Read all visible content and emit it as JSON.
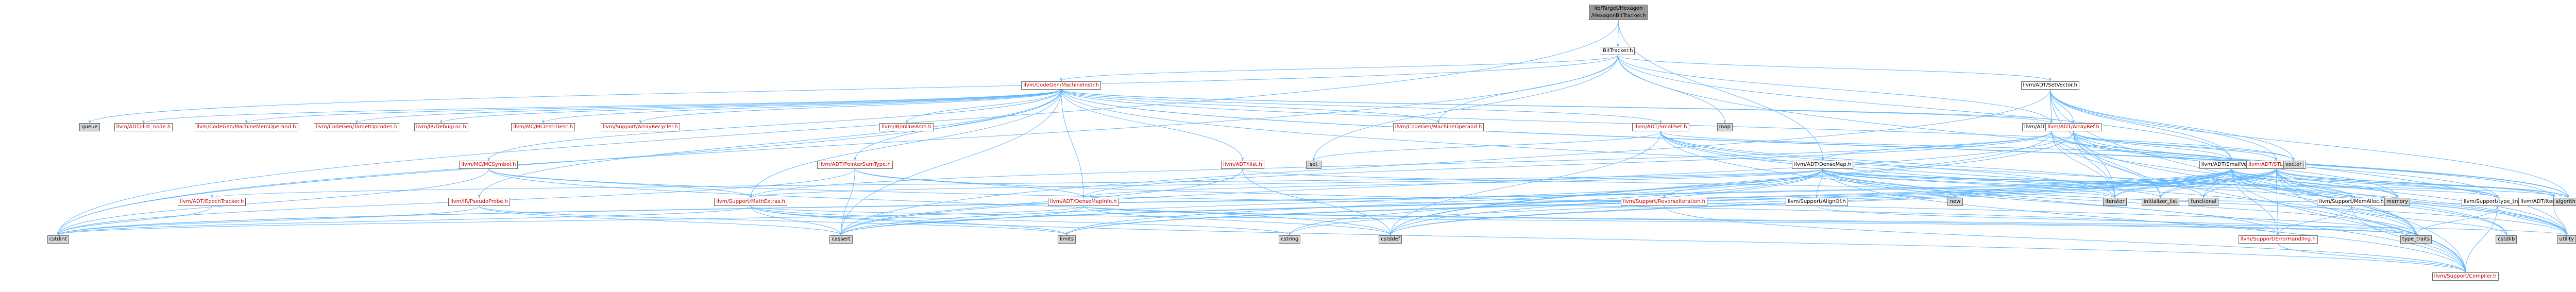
{
  "nodes": [
    {
      "id": "root",
      "label": "lib/Target/Hexagon\n/HexagonBitTracker.h",
      "style": "root"
    },
    {
      "id": "bittracker",
      "label": "BitTracker.h",
      "style": "normal"
    },
    {
      "id": "queue",
      "label": "queue",
      "style": "grey"
    },
    {
      "id": "cmi",
      "label": "llvm/CodeGen/MachineInstr.h",
      "style": "red"
    },
    {
      "id": "map",
      "label": "map",
      "style": "grey"
    },
    {
      "id": "setvector",
      "label": "llvm/ADT/SetVector.h",
      "style": "normal"
    },
    {
      "id": "ilist_node",
      "label": "llvm/ADT/ilist_node.h",
      "style": "red"
    },
    {
      "id": "mmo",
      "label": "llvm/CodeGen/MachineMemOperand.h",
      "style": "red"
    },
    {
      "id": "tgtops",
      "label": "llvm/CodeGen/TargetOpcodes.h",
      "style": "red"
    },
    {
      "id": "debugloc",
      "label": "llvm/IR/DebugLoc.h",
      "style": "red"
    },
    {
      "id": "mcinstrdesc",
      "label": "llvm/MC/MCInstrDesc.h",
      "style": "red"
    },
    {
      "id": "arrayrecycler",
      "label": "llvm/Support/ArrayRecycler.h",
      "style": "red"
    },
    {
      "id": "inlineasm",
      "label": "llvm/IR/InlineAsm.h",
      "style": "red"
    },
    {
      "id": "machop",
      "label": "llvm/CodeGen/MachineOperand.h",
      "style": "red"
    },
    {
      "id": "smallset",
      "label": "llvm/ADT/SmallSet.h",
      "style": "red"
    },
    {
      "id": "denseset",
      "label": "llvm/ADT/DenseSet.h",
      "style": "normal"
    },
    {
      "id": "arrayref",
      "label": "llvm/ADT/ArrayRef.h",
      "style": "red"
    },
    {
      "id": "mcsymbol",
      "label": "llvm/MC/MCSymbol.h",
      "style": "red"
    },
    {
      "id": "ptrsum",
      "label": "llvm/ADT/PointerSumType.h",
      "style": "red"
    },
    {
      "id": "ilist",
      "label": "llvm/ADT/ilist.h",
      "style": "red"
    },
    {
      "id": "set",
      "label": "set",
      "style": "grey"
    },
    {
      "id": "densemap",
      "label": "llvm/ADT/DenseMap.h",
      "style": "normal"
    },
    {
      "id": "smallvector",
      "label": "llvm/ADT/SmallVector.h",
      "style": "normal"
    },
    {
      "id": "stlextras",
      "label": "llvm/ADT/STLExtras.h",
      "style": "red"
    },
    {
      "id": "vector",
      "label": "vector",
      "style": "grey"
    },
    {
      "id": "epoch",
      "label": "llvm/ADT/EpochTracker.h",
      "style": "red"
    },
    {
      "id": "pseudoprobe",
      "label": "llvm/IR/PseudoProbe.h",
      "style": "red"
    },
    {
      "id": "mathextras",
      "label": "llvm/Support/MathExtras.h",
      "style": "red"
    },
    {
      "id": "densemapinfo",
      "label": "llvm/ADT/DenseMapInfo.h",
      "style": "red"
    },
    {
      "id": "new",
      "label": "new",
      "style": "grey"
    },
    {
      "id": "reverseiter",
      "label": "llvm/Support/ReverseIteration.h",
      "style": "red"
    },
    {
      "id": "alignof",
      "label": "llvm/Support/AlignOf.h",
      "style": "normal"
    },
    {
      "id": "iterator",
      "label": "iterator",
      "style": "grey"
    },
    {
      "id": "initlist",
      "label": "initializer_list",
      "style": "grey"
    },
    {
      "id": "functional",
      "label": "functional",
      "style": "grey"
    },
    {
      "id": "memalloc",
      "label": "llvm/Support/MemAlloc.h",
      "style": "normal"
    },
    {
      "id": "memory",
      "label": "memory",
      "style": "grey"
    },
    {
      "id": "typetraits",
      "label": "llvm/Support/type_traits.h",
      "style": "normal"
    },
    {
      "id": "iterrange",
      "label": "llvm/ADT/iterator_range.h",
      "style": "normal"
    },
    {
      "id": "algorithm",
      "label": "algorithm",
      "style": "grey"
    },
    {
      "id": "cstdint",
      "label": "cstdint",
      "style": "grey"
    },
    {
      "id": "cassert",
      "label": "cassert",
      "style": "grey"
    },
    {
      "id": "limits",
      "label": "limits",
      "style": "grey"
    },
    {
      "id": "cstring",
      "label": "cstring",
      "style": "grey"
    },
    {
      "id": "cstddef",
      "label": "cstddef",
      "style": "grey"
    },
    {
      "id": "errhandling",
      "label": "llvm/Support/ErrorHandling.h",
      "style": "red"
    },
    {
      "id": "type_traits",
      "label": "type_traits",
      "style": "grey"
    },
    {
      "id": "cstdlib",
      "label": "cstdlib",
      "style": "grey"
    },
    {
      "id": "utility",
      "label": "utility",
      "style": "grey"
    },
    {
      "id": "compiler",
      "label": "llvm/Support/Compiler.h",
      "style": "red"
    }
  ],
  "edges": [
    [
      "root",
      "bittracker"
    ],
    [
      "root",
      "cstdint"
    ],
    [
      "root",
      "densemap"
    ],
    [
      "bittracker",
      "queue"
    ],
    [
      "bittracker",
      "cmi"
    ],
    [
      "bittracker",
      "map"
    ],
    [
      "bittracker",
      "setvector"
    ],
    [
      "bittracker",
      "machop"
    ],
    [
      "bittracker",
      "smallvector"
    ],
    [
      "bittracker",
      "set"
    ],
    [
      "bittracker",
      "cstdint"
    ],
    [
      "bittracker",
      "utility"
    ],
    [
      "bittracker",
      "denseset"
    ],
    [
      "cmi",
      "ilist_node"
    ],
    [
      "cmi",
      "mmo"
    ],
    [
      "cmi",
      "tgtops"
    ],
    [
      "cmi",
      "debugloc"
    ],
    [
      "cmi",
      "mcinstrdesc"
    ],
    [
      "cmi",
      "arrayrecycler"
    ],
    [
      "cmi",
      "inlineasm"
    ],
    [
      "cmi",
      "machop"
    ],
    [
      "cmi",
      "smallset"
    ],
    [
      "cmi",
      "denseset"
    ],
    [
      "cmi",
      "arrayref"
    ],
    [
      "cmi",
      "mcsymbol"
    ],
    [
      "cmi",
      "ptrsum"
    ],
    [
      "cmi",
      "ilist"
    ],
    [
      "cmi",
      "densemapinfo"
    ],
    [
      "cmi",
      "mathextras"
    ],
    [
      "cmi",
      "iterrange"
    ],
    [
      "cmi",
      "algorithm"
    ],
    [
      "cmi",
      "cassert"
    ],
    [
      "cmi",
      "cstdint"
    ],
    [
      "cmi",
      "pseudoprobe"
    ],
    [
      "cmi",
      "utility"
    ],
    [
      "cmi",
      "vector"
    ],
    [
      "setvector",
      "denseset"
    ],
    [
      "setvector",
      "arrayref"
    ],
    [
      "setvector",
      "stlextras"
    ],
    [
      "setvector",
      "smallvector"
    ],
    [
      "setvector",
      "compiler"
    ],
    [
      "setvector",
      "cassert"
    ],
    [
      "setvector",
      "iterator"
    ],
    [
      "setvector",
      "vector"
    ],
    [
      "setvector",
      "algorithm"
    ],
    [
      "smallset",
      "smallvector"
    ],
    [
      "smallset",
      "set"
    ],
    [
      "smallset",
      "cstddef"
    ],
    [
      "smallset",
      "iterator"
    ],
    [
      "smallset",
      "utility"
    ],
    [
      "smallset",
      "functional"
    ],
    [
      "smallset",
      "compiler"
    ],
    [
      "smallset",
      "type_traits"
    ],
    [
      "denseset",
      "densemap"
    ],
    [
      "denseset",
      "densemapinfo"
    ],
    [
      "denseset",
      "mathextras"
    ],
    [
      "denseset",
      "typetraits"
    ],
    [
      "denseset",
      "algorithm"
    ],
    [
      "denseset",
      "cstddef"
    ],
    [
      "denseset",
      "initlist"
    ],
    [
      "denseset",
      "iterator"
    ],
    [
      "denseset",
      "utility"
    ],
    [
      "arrayref",
      "smallvector"
    ],
    [
      "arrayref",
      "stlextras"
    ],
    [
      "arrayref",
      "compiler"
    ],
    [
      "arrayref",
      "algorithm"
    ],
    [
      "arrayref",
      "array"
    ],
    [
      "arrayref",
      "cassert"
    ],
    [
      "arrayref",
      "cstddef"
    ],
    [
      "arrayref",
      "initlist"
    ],
    [
      "arrayref",
      "iterator"
    ],
    [
      "arrayref",
      "memory"
    ],
    [
      "arrayref",
      "type_traits"
    ],
    [
      "arrayref",
      "vector"
    ],
    [
      "mcsymbol",
      "mathextras"
    ],
    [
      "mcsymbol",
      "cstddef"
    ],
    [
      "mcsymbol",
      "cstdint"
    ],
    [
      "mcsymbol",
      "errhandling"
    ],
    [
      "ptrsum",
      "densemapinfo"
    ],
    [
      "ptrsum",
      "cassert"
    ],
    [
      "ptrsum",
      "cstdint"
    ],
    [
      "ptrsum",
      "type_traits"
    ],
    [
      "ilist",
      "iterator"
    ],
    [
      "ilist",
      "cassert"
    ],
    [
      "ilist",
      "cstddef"
    ],
    [
      "densemap",
      "epoch"
    ],
    [
      "densemap",
      "densemapinfo"
    ],
    [
      "densemap",
      "mathextras"
    ],
    [
      "densemap",
      "new"
    ],
    [
      "densemap",
      "reverseiter"
    ],
    [
      "densemap",
      "alignof"
    ],
    [
      "densemap",
      "memalloc"
    ],
    [
      "densemap",
      "typetraits"
    ],
    [
      "densemap",
      "algorithm"
    ],
    [
      "densemap",
      "cassert"
    ],
    [
      "densemap",
      "cstddef"
    ],
    [
      "densemap",
      "cstring"
    ],
    [
      "densemap",
      "initlist"
    ],
    [
      "densemap",
      "iterator"
    ],
    [
      "densemap",
      "limits"
    ],
    [
      "densemap",
      "type_traits"
    ],
    [
      "densemap",
      "utility"
    ],
    [
      "densemap",
      "errhandling"
    ],
    [
      "densemap",
      "compiler"
    ],
    [
      "smallvector",
      "compiler"
    ],
    [
      "smallvector",
      "type_traits"
    ],
    [
      "smallvector",
      "algorithm"
    ],
    [
      "smallvector",
      "cassert"
    ],
    [
      "smallvector",
      "cstddef"
    ],
    [
      "smallvector",
      "cstdlib"
    ],
    [
      "smallvector",
      "cstring"
    ],
    [
      "smallvector",
      "functional"
    ],
    [
      "smallvector",
      "initlist"
    ],
    [
      "smallvector",
      "iterator"
    ],
    [
      "smallvector",
      "limits"
    ],
    [
      "smallvector",
      "memory"
    ],
    [
      "smallvector",
      "new"
    ],
    [
      "smallvector",
      "utility"
    ],
    [
      "smallvector",
      "memalloc"
    ],
    [
      "smallvector",
      "typetraits"
    ],
    [
      "smallvector",
      "errhandling"
    ],
    [
      "smallvector",
      "cstdint"
    ],
    [
      "stlextras",
      "iterrange"
    ],
    [
      "stlextras",
      "typetraits"
    ],
    [
      "stlextras",
      "algorithm"
    ],
    [
      "stlextras",
      "cassert"
    ],
    [
      "stlextras",
      "cstddef"
    ],
    [
      "stlextras",
      "cstdint"
    ],
    [
      "stlextras",
      "cstdlib"
    ],
    [
      "stlextras",
      "functional"
    ],
    [
      "stlextras",
      "initlist"
    ],
    [
      "stlextras",
      "iterator"
    ],
    [
      "stlextras",
      "limits"
    ],
    [
      "stlextras",
      "memory"
    ],
    [
      "stlextras",
      "type_traits"
    ],
    [
      "stlextras",
      "utility"
    ],
    [
      "stlextras",
      "errhandling"
    ],
    [
      "stlextras",
      "compiler"
    ],
    [
      "epoch",
      "cstdint"
    ],
    [
      "pseudoprobe",
      "cassert"
    ],
    [
      "pseudoprobe",
      "cstdint"
    ],
    [
      "pseudoprobe",
      "limits"
    ],
    [
      "mathextras",
      "compiler"
    ],
    [
      "mathextras",
      "cassert"
    ],
    [
      "mathextras",
      "climits"
    ],
    [
      "mathextras",
      "cstdint"
    ],
    [
      "mathextras",
      "cstring"
    ],
    [
      "mathextras",
      "limits"
    ],
    [
      "mathextras",
      "type_traits"
    ],
    [
      "densemapinfo",
      "cassert"
    ],
    [
      "densemapinfo",
      "cstddef"
    ],
    [
      "densemapinfo",
      "cstdint"
    ],
    [
      "densemapinfo",
      "tuple"
    ],
    [
      "densemapinfo",
      "type_traits"
    ],
    [
      "densemapinfo",
      "utility"
    ],
    [
      "reverseiter",
      "compiler"
    ],
    [
      "alignof",
      "type_traits"
    ],
    [
      "memalloc",
      "compiler"
    ],
    [
      "memalloc",
      "errhandling"
    ],
    [
      "memalloc",
      "cstdlib"
    ],
    [
      "typetraits",
      "compiler"
    ],
    [
      "typetraits",
      "type_traits"
    ],
    [
      "typetraits",
      "utility"
    ],
    [
      "iterrange",
      "utility"
    ],
    [
      "iterrange",
      "iterator"
    ],
    [
      "errhandling",
      "compiler"
    ]
  ]
}
